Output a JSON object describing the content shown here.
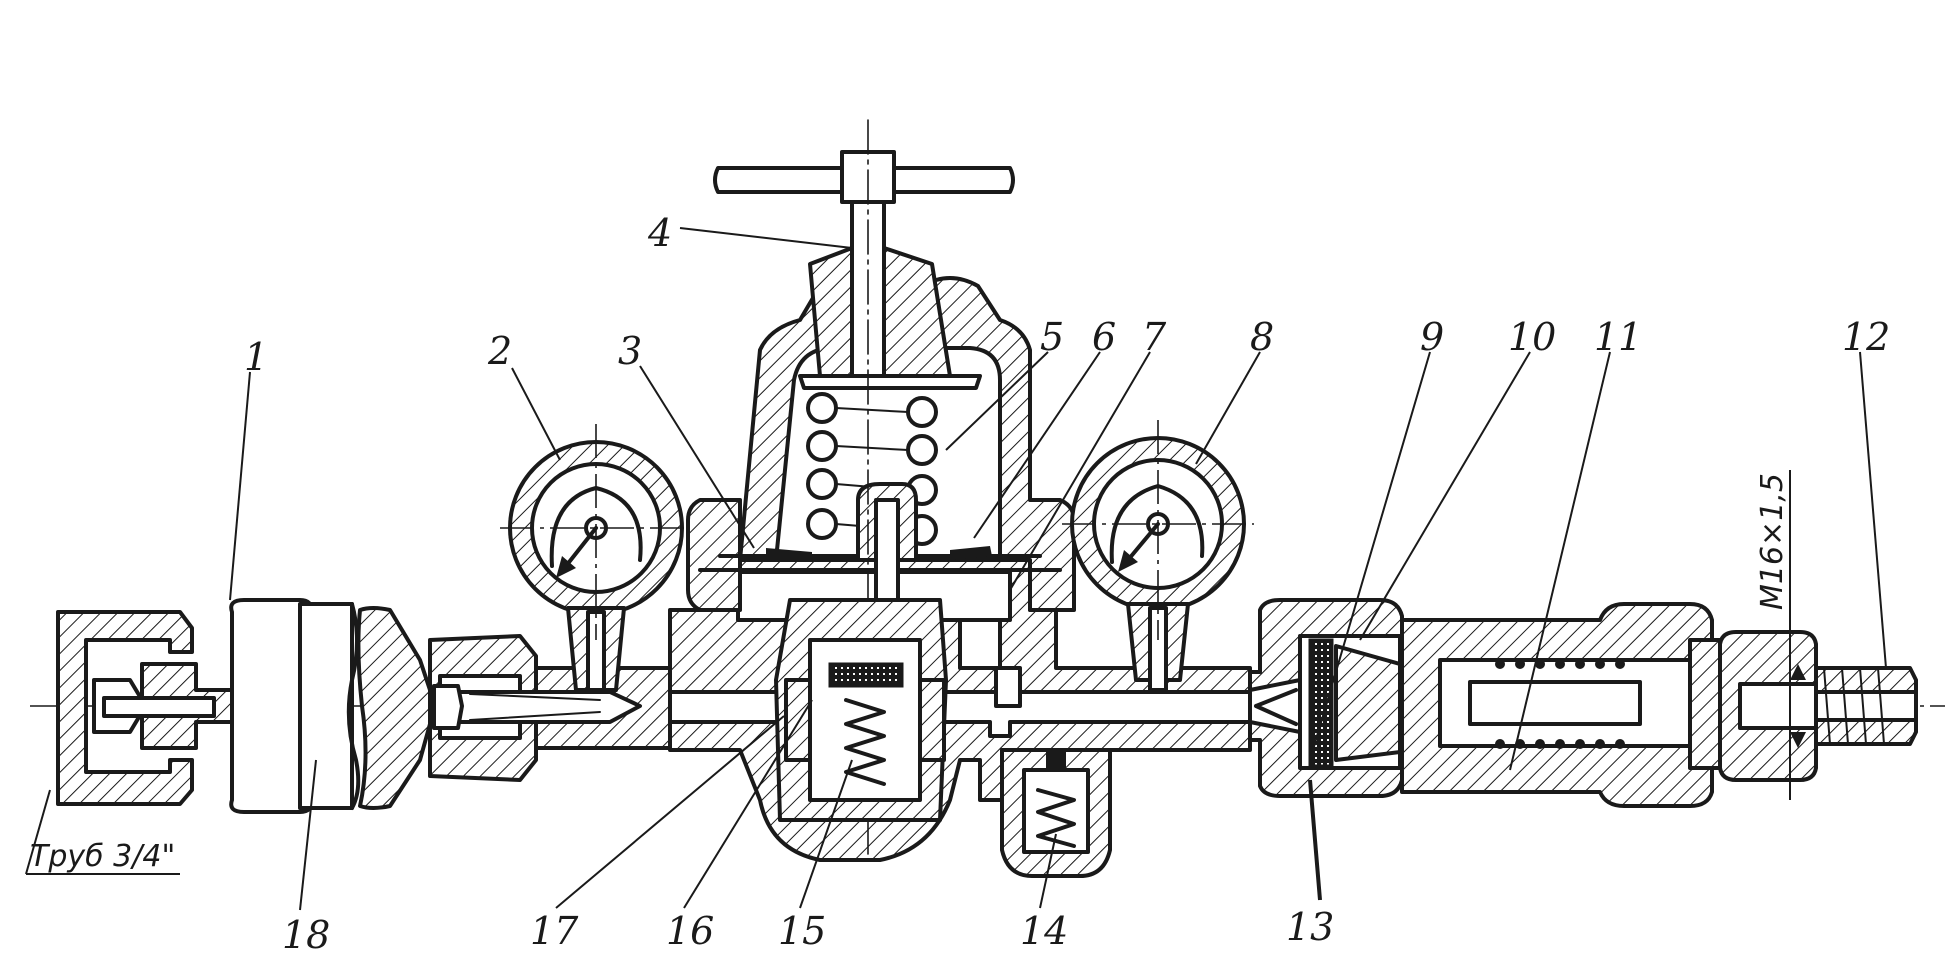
{
  "diagram": {
    "part_numbers": [
      "1",
      "2",
      "3",
      "4",
      "5",
      "6",
      "7",
      "8",
      "9",
      "10",
      "11",
      "12",
      "13",
      "14",
      "15",
      "16",
      "17",
      "18"
    ],
    "inlet_note": "Труб 3/4\"",
    "thread_note": "M16×1,5"
  }
}
